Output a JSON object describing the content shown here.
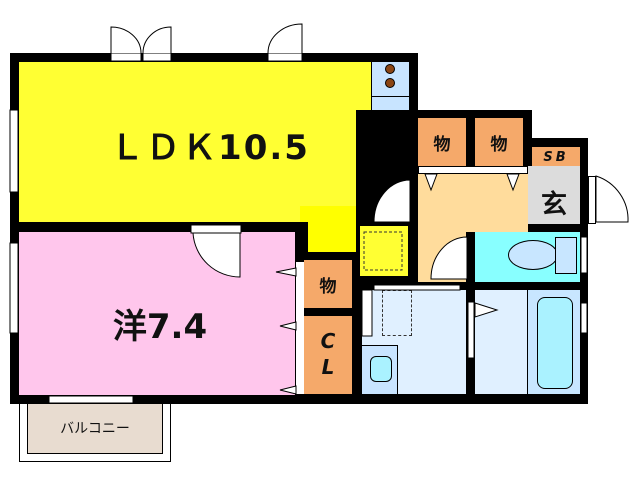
{
  "plan": {
    "title": "1LDK floor plan",
    "colors": {
      "ldk": "#FFFF33",
      "kitchen_corner": "#FFFF00",
      "western_room": "#FFC6EC",
      "storage": "#F5A96A",
      "hallway": "#FFDC9C",
      "genkan": "#DCDCDC",
      "toilet": "#88FFFF",
      "washroom": "#E0F0FF",
      "bath": "#C8E6FF",
      "kitchen_counter": "#C8E4FF",
      "balcony": "#E8DCD0",
      "wall": "#000000"
    }
  },
  "rooms": {
    "ldk": {
      "label": "ＬＤＫ10.5",
      "name": "LDK",
      "size": "10.5"
    },
    "western": {
      "label": "洋7.4",
      "name": "洋",
      "size": "7.4"
    },
    "storage_1": {
      "label": "物"
    },
    "storage_2": {
      "label": "物"
    },
    "storage_3": {
      "label": "物"
    },
    "closet": {
      "label": "CL",
      "line1": "C",
      "line2": "L"
    },
    "shoe_box": {
      "label": "SB"
    },
    "genkan": {
      "label": "玄"
    },
    "balcony": {
      "label": "バルコニー"
    }
  }
}
